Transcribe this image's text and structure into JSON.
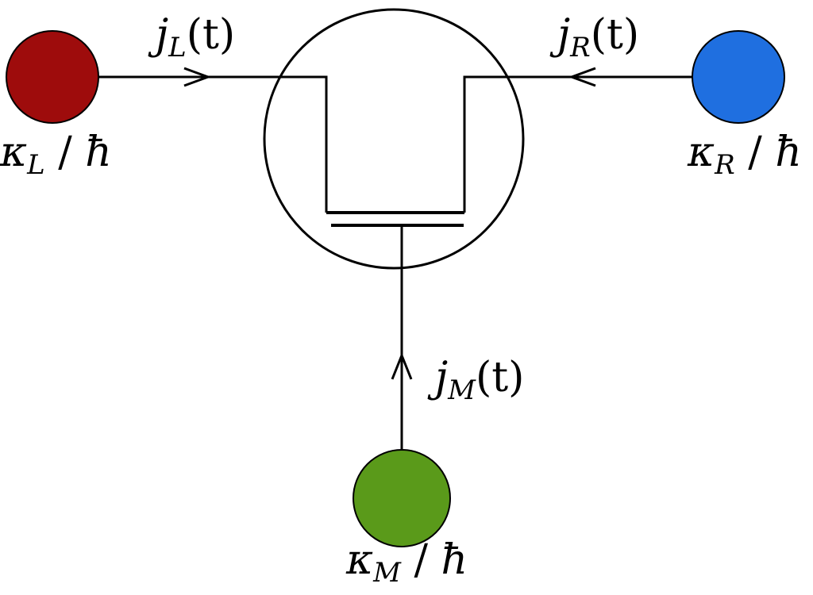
{
  "diagram": {
    "reservoirs": {
      "left": {
        "symbol": "κ",
        "sub": "L",
        "sep": "/",
        "const": "ħ",
        "color": "#9e0c0c"
      },
      "right": {
        "symbol": "κ",
        "sub": "R",
        "sep": "/",
        "const": "ħ",
        "color": "#1f6fe0"
      },
      "middle": {
        "symbol": "κ",
        "sub": "M",
        "sep": "/",
        "const": "ħ",
        "color": "#5a9a1a"
      }
    },
    "currents": {
      "left": {
        "symbol": "j",
        "sub": "L",
        "arg": "(t)"
      },
      "right": {
        "symbol": "j",
        "sub": "R",
        "arg": "(t)"
      },
      "middle": {
        "symbol": "j",
        "sub": "M",
        "arg": "(t)"
      }
    }
  }
}
